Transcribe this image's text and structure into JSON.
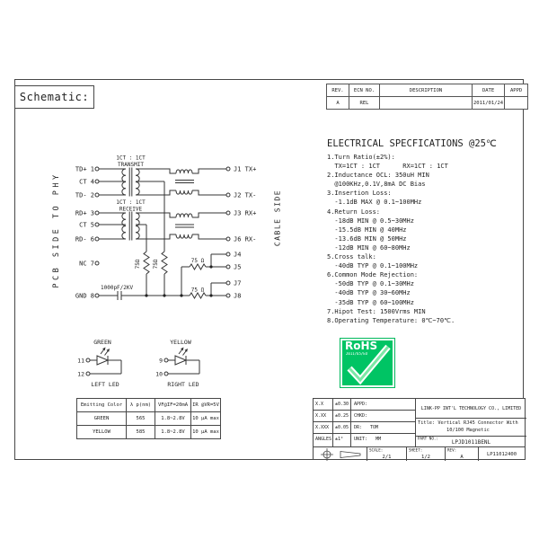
{
  "header": {
    "schematic_label": "Schematic:"
  },
  "revision_table": {
    "headers": [
      "REV.",
      "ECN NO.",
      "DESCRIPTION",
      "DATE",
      "APPD"
    ],
    "rows": [
      {
        "rev": "A",
        "ecn_no": "REL",
        "description": "",
        "date": "2011/01/24",
        "appd": ""
      }
    ]
  },
  "specs": {
    "title": "ELECTRICAL SPECFICATIONS @25℃",
    "lines": [
      "1.Turn Ratio(±2%):",
      "  TX=1CT : 1CT      RX=1CT : 1CT",
      "2.Inductance OCL: 350uH MIN",
      "  @100KHz,0.1V,8mA DC Bias",
      "3.Insertion Loss:",
      "  -1.1dB MAX @ 0.1~100MHz",
      "4.Return Loss:",
      "  -18dB MIN @ 0.5~30MHz",
      "  -15.5dB MIN @ 40MHz",
      "  -13.6dB MIN @ 50MHz",
      "  -12dB MIN @ 60~80MHz",
      "5.Cross talk:",
      "  -40dB TYP @ 0.1~100MHz",
      "6.Common Mode Rejection:",
      "  -50dB TYP @ 0.1~30MHz",
      "  -40dB TYP @ 30~60MHz",
      "  -35dB TYP @ 60~100MHz",
      "7.Hipot Test: 1500Vrms MIN",
      "8.Operating Temperature: 0℃~70℃."
    ]
  },
  "schematic": {
    "pcb_side_label": "PCB SIDE TO PHY",
    "cable_side_label": "CABLE SIDE",
    "tx_transformer": {
      "ratio": "1CT : 1CT",
      "name": "TRANSMIT"
    },
    "rx_transformer": {
      "ratio": "1CT : 1CT",
      "name": "RECEIVE"
    },
    "phy_pins": [
      "TD+ 1",
      "CT 4",
      "TD- 2",
      "RD+ 3",
      "CT 5",
      "RD- 6",
      "NC 7",
      "GND 8"
    ],
    "cable_pins": [
      "J1 TX+",
      "J2 TX-",
      "J3 RX+",
      "J6 RX-",
      "J4",
      "J5",
      "J7",
      "J8"
    ],
    "r_vert_1": "75Ω",
    "r_vert_2": "75Ω",
    "r_horiz_1": "75 Ω",
    "r_horiz_2": "75 Ω",
    "capacitor": "1000pF/2KV"
  },
  "led_section": {
    "left": {
      "color": "GREEN",
      "anode_pin": "11",
      "cathode_pin": "12",
      "label": "LEFT LED"
    },
    "right": {
      "color": "YELLOW",
      "anode_pin": "9",
      "cathode_pin": "10",
      "label": "RIGHT LED"
    },
    "table": {
      "headers": [
        "Emitting Color",
        "λ p(nm)",
        "VF@IF=20mA",
        "IR @VR=5V"
      ],
      "rows": [
        [
          "GREEN",
          "565",
          "1.8~2.8V",
          "10 μA max"
        ],
        [
          "YELLOW",
          "585",
          "1.8~2.8V",
          "10 μA max"
        ]
      ]
    }
  },
  "rohs": {
    "label": "RoHS",
    "directive": "2011/65/EU",
    "green": "#00c464"
  },
  "title_block": {
    "tol_rows": [
      {
        "dim": "X.X",
        "tol": "±0.30"
      },
      {
        "dim": "X.XX",
        "tol": "±0.25"
      },
      {
        "dim": "X.XXX",
        "tol": "±0.05"
      },
      {
        "dim": "ANGLES",
        "tol": "±1°"
      }
    ],
    "appd_label": "APPD:",
    "chkd_label": "CHKD:",
    "dr_label": "DR:",
    "dr_value": "TOM",
    "unit_label": "UNIT:",
    "unit_value": "MM",
    "company": "LINK-PP INT'L TECHNOLOGY CO., LIMITED",
    "title_label": "Title:",
    "title_line1": "Vertical RJ45 Connector With",
    "title_line2": "10/100 Magnetic",
    "part_no_label": "PART NO.:",
    "part_no": "LPJD1011BENL",
    "scale_label": "SCALE:",
    "scale_value": "2/1",
    "sheet_label": "SHEET:",
    "sheet_value": "1/2",
    "rev_label": "REV:",
    "rev_value": "A",
    "drawing_no": "LP11012400"
  }
}
